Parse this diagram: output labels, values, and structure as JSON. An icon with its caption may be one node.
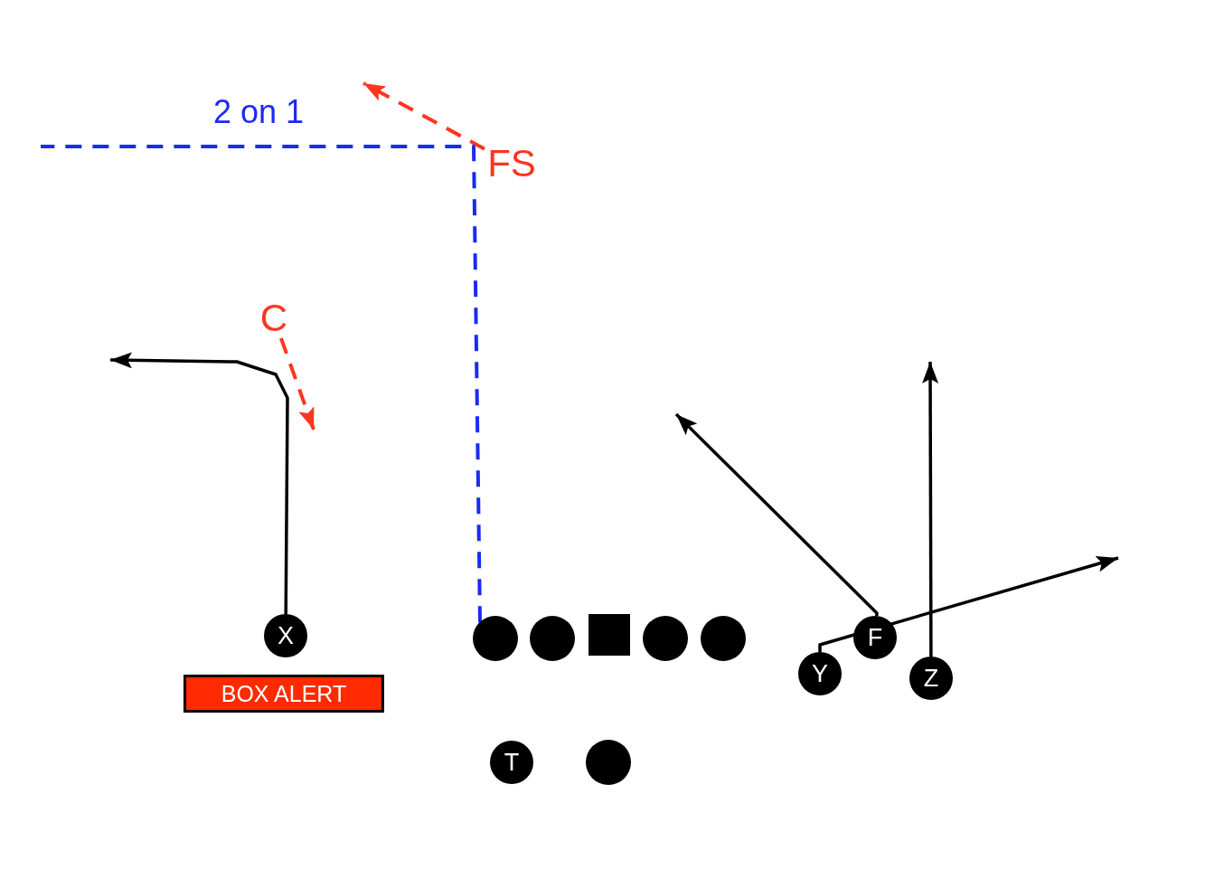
{
  "diagram": {
    "nodes": [
      {
        "text": [
          "FS"
        ]
      },
      {
        "text": [
          "C"
        ]
      },
      {
        "text": [
          "X"
        ]
      },
      {
        "text": [],
        "shape": "circle"
      },
      {
        "text": [],
        "shape": "circle"
      },
      {
        "text": [],
        "shape": "box"
      },
      {
        "text": [],
        "shape": "circle"
      },
      {
        "text": [],
        "shape": "circle"
      },
      {
        "text": [
          "F"
        ]
      },
      {
        "text": [
          "Y"
        ]
      },
      {
        "text": [
          "Z"
        ]
      },
      {
        "text": [
          "BOX ALERT"
        ]
      },
      {
        "text": [
          "T"
        ]
      },
      {
        "text": [],
        "shape": "circle"
      }
    ],
    "edges": [
      {
        "from": 2,
        "to": null,
        "arrow": "to"
      },
      {
        "from": 1,
        "to": null,
        "arrow": "to",
        "style": "dashed",
        "color": "#ff3520"
      },
      {
        "from": 0,
        "to": null,
        "arrow": "to",
        "style": "dashed",
        "color": "#ff3520"
      },
      {
        "from": 3,
        "to": null,
        "arrow": "none",
        "style": "dashed",
        "color": "#1a2bf2",
        "label": "2 on 1"
      },
      {
        "from": 8,
        "to": null,
        "arrow": "to"
      },
      {
        "from": 9,
        "to": null,
        "arrow": "to"
      },
      {
        "from": 10,
        "to": null,
        "arrow": "to"
      }
    ]
  }
}
